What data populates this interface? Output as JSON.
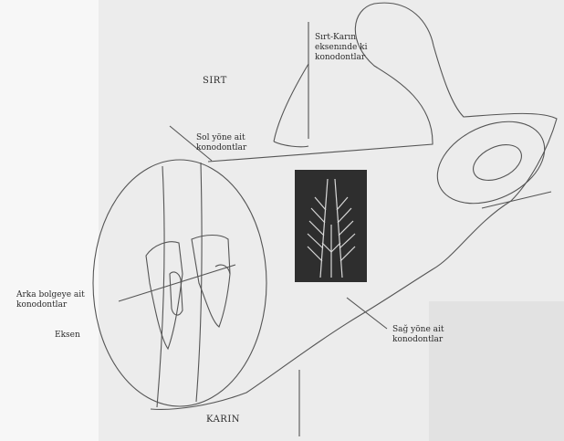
{
  "labels": {
    "sirt": "SIRT",
    "karin": "KARIN",
    "sirt_karin": "Sırt-Karın\neksenınde ki\nkonodontlar",
    "sol_yone": "Sol yöne ait\nkonodontlar",
    "sag_yone": "Sağ yöne ait\nkonodontlar",
    "arka_bolgeye": "Arka bolgeye ait\nkonodontlar",
    "eksen": "Eksen"
  },
  "colors": {
    "background": "#e9e9e9",
    "line": "#555555",
    "photo_bg": "#2e2e2e",
    "photo_fg": "#d8d8d8"
  }
}
